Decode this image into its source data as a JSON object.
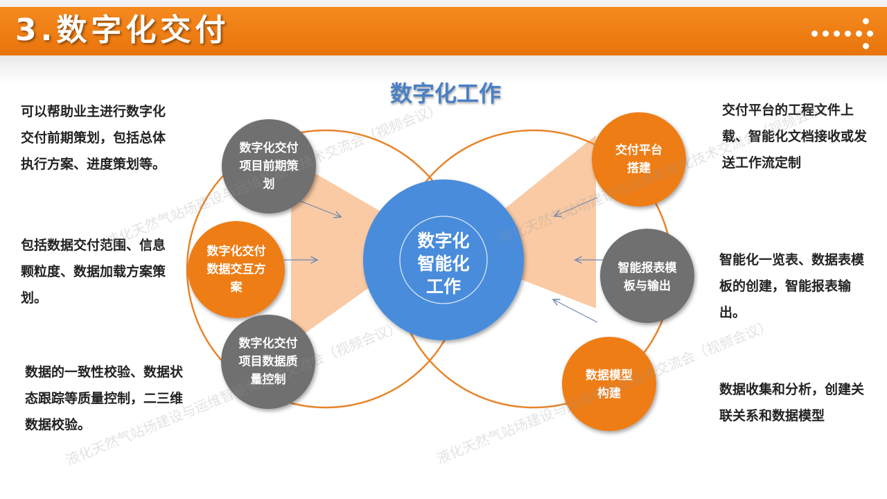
{
  "header": {
    "title": "3.数字化交付"
  },
  "diagram": {
    "subtitle": "数字化工作",
    "center": {
      "label": "数字化智能化工作"
    },
    "left_nodes": [
      {
        "label": "数字化交付项目前期策划"
      },
      {
        "label": "数字化交付数据交互方案"
      },
      {
        "label": "数字化交付项目数据质量控制"
      }
    ],
    "right_nodes": [
      {
        "label": "交付平台搭建"
      },
      {
        "label": "智能报表模板与输出"
      },
      {
        "label": "数据模型构建"
      }
    ]
  },
  "descriptions": {
    "left": [
      "可以帮助业主进行数字化交付前期策划，包括总体执行方案、进度策划等。",
      "包括数据交付范围、信息颗粒度、数据加载方案策划。",
      "数据的一致性校验、数据状态跟踪等质量控制，二三维数据校验。"
    ],
    "right": [
      "交付平台的工程文件上载、智能化文档接收或发送工作流定制",
      "智能化一览表、数据表模板的创建，智能报表输出。",
      "数据收集和分析，创建关联关系和数据模型"
    ]
  },
  "watermark": {
    "text": "液化天然气站场建设与运维智能化技术交流会（视频会议）"
  },
  "colors": {
    "header": "#f0800f",
    "orange_node": "#ee7d16",
    "gray_node": "#707070",
    "center": "#4a8cdc",
    "ring": "#e8842a",
    "wedge": "#f8c49a",
    "subtitle": "#4a7fc4"
  }
}
